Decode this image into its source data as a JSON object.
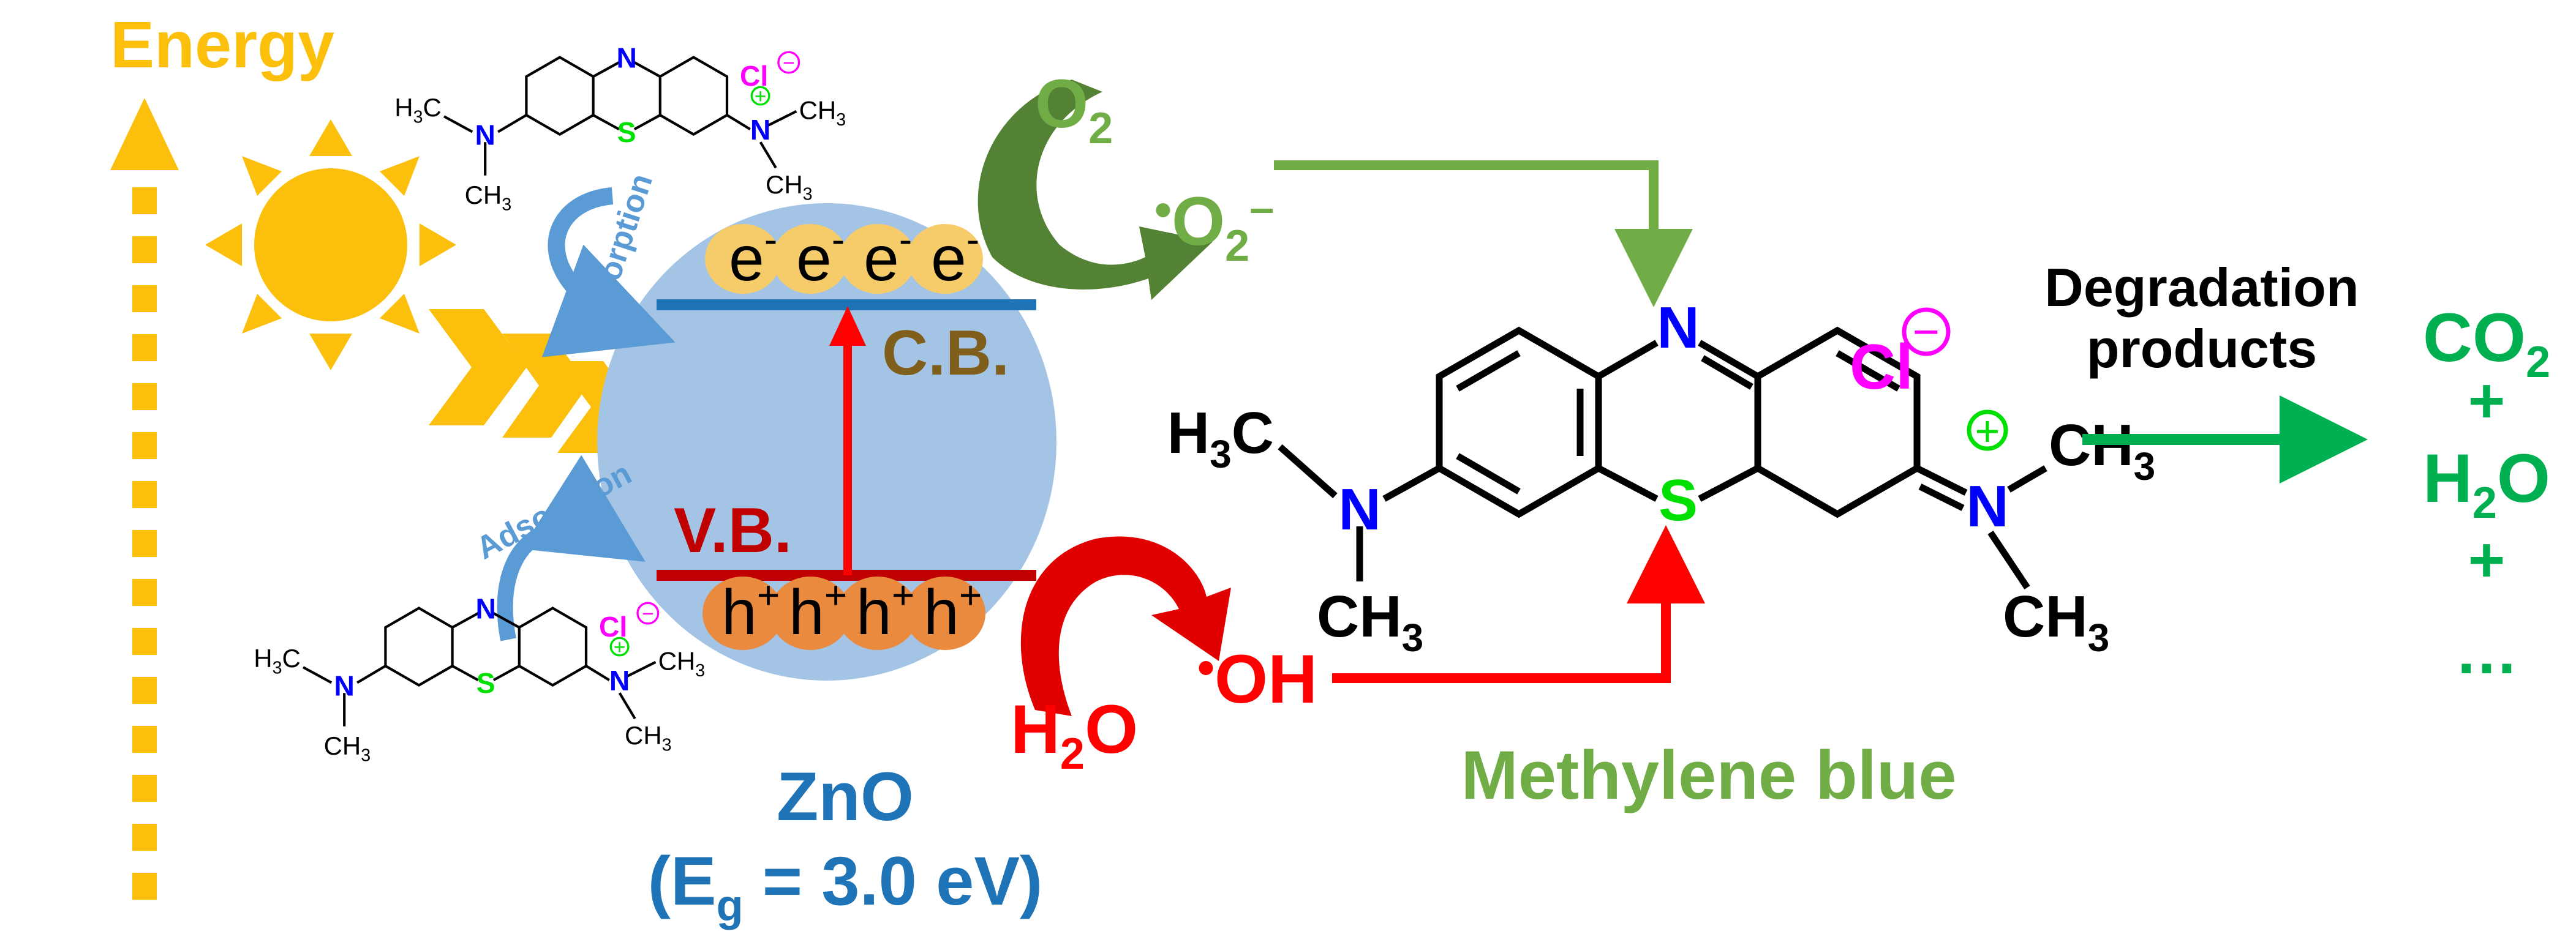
{
  "energy": {
    "label": "Energy"
  },
  "zno": {
    "label": "ZnO",
    "bandgap": {
      "open": "(E",
      "sub": "g",
      "rest": " = 3.0 eV)"
    },
    "cb_label": "C.B.",
    "vb_label": "V.B.",
    "electron": {
      "symbol": "e",
      "charge": "-"
    },
    "hole": {
      "symbol": "h",
      "charge": "+"
    }
  },
  "adsorption": {
    "label": "Adsorption"
  },
  "species": {
    "o2": {
      "base": "O",
      "sub": "2"
    },
    "superoxide": {
      "dot": "•",
      "base": "O",
      "sub": "2",
      "charge": "–"
    },
    "water": {
      "base": "H",
      "sub": "2",
      "tail": "O"
    },
    "hydroxyl": {
      "dot": "•",
      "base": "OH"
    }
  },
  "molecule": {
    "name": "Methylene blue",
    "n_top": "N",
    "s_atom": "S",
    "n_amine": "N",
    "n_iminium": "N",
    "methyl": {
      "base": "CH",
      "sub": "3"
    },
    "methyl_left": {
      "pre": "H",
      "sub": "3",
      "post": "C"
    },
    "counterion": "Cl",
    "minus_sign": "−",
    "plus_sign": "+"
  },
  "degradation": {
    "label_line1": "Degradation",
    "label_line2": "products",
    "co2": {
      "base": "CO",
      "sub": "2"
    },
    "plus": "+",
    "h2o": {
      "base": "H",
      "sub": "2",
      "tail": "O"
    },
    "ellipsis": "…"
  },
  "colors": {
    "sun": "#FBBF0C",
    "particle": "#A4C4E6",
    "band_blue": "#1F73B7",
    "band_red": "#C00000",
    "electron_fill": "#F6CB6A",
    "hole_fill": "#E98A3E",
    "cb_text": "#7F5F1B",
    "green_light": "#70AD47",
    "green_dark": "#548235",
    "green_product": "#00B050",
    "red": "#FF0000",
    "nitrogen": "#0000FF",
    "sulfur": "#00E000",
    "chloride": "#FF00FF",
    "adsorb_arrow": "#5B9BD5"
  }
}
